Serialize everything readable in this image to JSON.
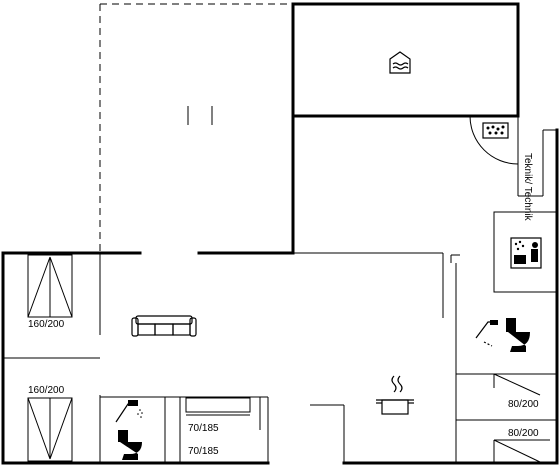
{
  "rooms": {
    "technik_label": "Teknik/ Technik"
  },
  "beds": {
    "bed_left_top": "160/200",
    "bed_left_bottom": "160/200",
    "bunk_upper": "70/185",
    "bunk_lower": "70/185",
    "bed_right_top": "80/200",
    "bed_right_bottom": "80/200"
  },
  "icons": {
    "pool": "pool-icon",
    "whirlpool": "whirlpool-icon",
    "sauna": "sauna-icon",
    "sofa": "sofa-icon",
    "kitchen": "kitchen-pot-icon",
    "shower": "shower-icon",
    "toilet": "toilet-icon"
  }
}
